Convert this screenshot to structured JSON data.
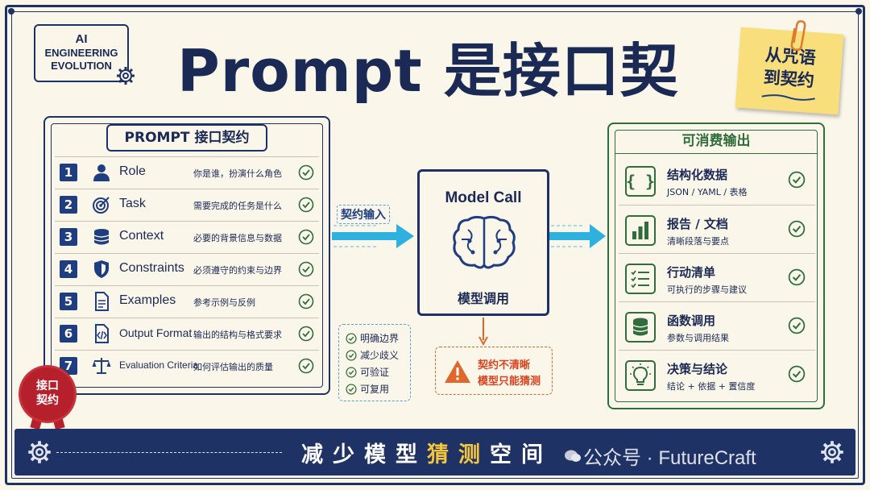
{
  "header": {
    "title": "Prompt 是接口契约",
    "badge_lines": [
      "AI",
      "ENGINEERING",
      "EVOLUTION"
    ],
    "sticky_lines": [
      "从咒语",
      "到契约"
    ]
  },
  "left_panel": {
    "title": "PROMPT 接口契约",
    "items": [
      {
        "num": "1",
        "label": "Role",
        "desc": "你是谁，扮演什么角色",
        "icon": "person-icon"
      },
      {
        "num": "2",
        "label": "Task",
        "desc": "需要完成的任务是什么",
        "icon": "target-icon"
      },
      {
        "num": "3",
        "label": "Context",
        "desc": "必要的背景信息与数据",
        "icon": "database-icon"
      },
      {
        "num": "4",
        "label": "Constraints",
        "desc": "必须遵守的约束与边界",
        "icon": "shield-icon"
      },
      {
        "num": "5",
        "label": "Examples",
        "desc": "参考示例与反例",
        "icon": "document-icon"
      },
      {
        "num": "6",
        "label": "Output Format",
        "desc": "输出的结构与格式要求",
        "icon": "code-file-icon"
      },
      {
        "num": "7",
        "label": "Evaluation Criteria",
        "desc": "如何评估输出的质量",
        "icon": "scale-icon"
      }
    ],
    "seal_lines": [
      "接口",
      "契约"
    ]
  },
  "middle": {
    "input_label": "契约输入",
    "model_title": "Model Call",
    "model_subtitle": "模型调用",
    "checks": [
      "明确边界",
      "减少歧义",
      "可验证",
      "可复用"
    ],
    "warning_lines": [
      "契约不清晰",
      "模型只能猜测"
    ]
  },
  "right_panel": {
    "title": "可消费输出",
    "items": [
      {
        "title": "结构化数据",
        "desc": "JSON / YAML / 表格",
        "icon": "braces-icon"
      },
      {
        "title": "报告 / 文档",
        "desc": "清晰段落与要点",
        "icon": "bar-chart-icon"
      },
      {
        "title": "行动清单",
        "desc": "可执行的步骤与建议",
        "icon": "checklist-icon"
      },
      {
        "title": "函数调用",
        "desc": "参数与调用结果",
        "icon": "database-icon"
      },
      {
        "title": "决策与结论",
        "desc": "结论 + 依据 + 置信度",
        "icon": "lightbulb-icon"
      }
    ]
  },
  "banner": {
    "text_before": "减少模型",
    "text_highlight": "猜测",
    "text_after": "空间",
    "watermark": "公众号 · FutureCraft"
  },
  "colors": {
    "navy": "#1f3266",
    "blue": "#1f3e82",
    "green": "#2f6e3a",
    "cyan": "#2fb1e0",
    "red": "#b6202a",
    "orange": "#e0672c",
    "yellow": "#f5c63a"
  }
}
